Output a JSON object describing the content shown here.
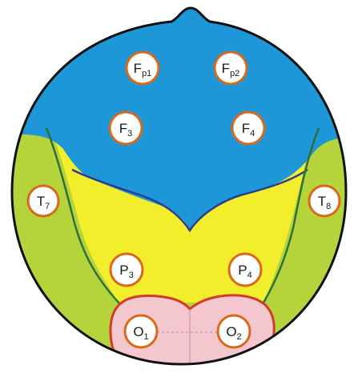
{
  "colors": {
    "frontal_region": "#1d97d8",
    "temporal_region": "#b5d33a",
    "parietal_region": "#f3ee2c",
    "occipital_region": "#f4c7cf",
    "boundary_green": "#2f6f3a",
    "boundary_blue": "#2b3c8f",
    "boundary_red": "#d23a2a",
    "electrode_fill": "#ffffff",
    "electrode_stroke": "#d9691a",
    "head_outline": "#111111"
  },
  "electrodes": [
    {
      "id": "fp1",
      "main": "F",
      "sub": "p1"
    },
    {
      "id": "fp2",
      "main": "F",
      "sub": "p2"
    },
    {
      "id": "f3",
      "main": "F",
      "sub": "3"
    },
    {
      "id": "f4",
      "main": "F",
      "sub": "4"
    },
    {
      "id": "t7",
      "main": "T",
      "sub": "7"
    },
    {
      "id": "t8",
      "main": "T",
      "sub": "8"
    },
    {
      "id": "p3",
      "main": "P",
      "sub": "3"
    },
    {
      "id": "p4",
      "main": "P",
      "sub": "4"
    },
    {
      "id": "o1",
      "main": "O",
      "sub": "1"
    },
    {
      "id": "o2",
      "main": "O",
      "sub": "2"
    }
  ]
}
